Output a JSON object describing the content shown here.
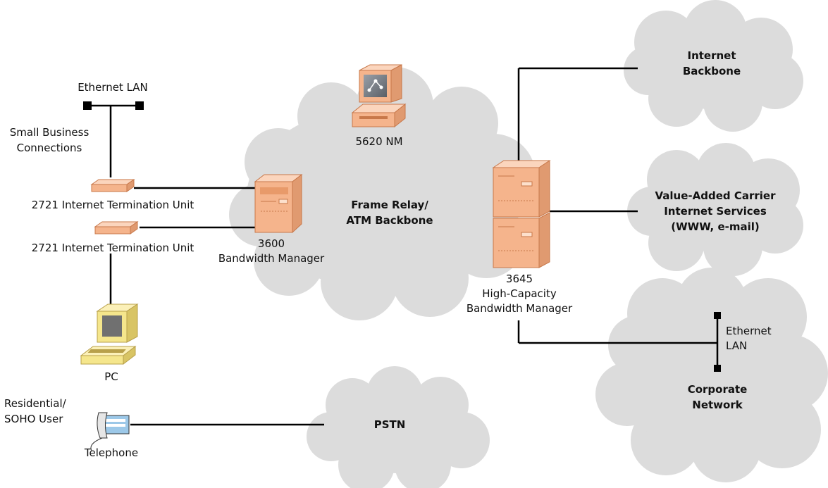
{
  "clouds": {
    "frame_relay": {
      "line1": "Frame Relay/",
      "line2": "ATM Backbone"
    },
    "internet_backbone": {
      "line1": "Internet",
      "line2": "Backbone"
    },
    "value_added": {
      "line1": "Value-Added Carrier",
      "line2": "Internet Services",
      "line3": "(WWW, e-mail)"
    },
    "corporate": {
      "line1": "Corporate",
      "line2": "Network"
    },
    "pstn": {
      "line1": "PSTN"
    }
  },
  "devices": {
    "ethernet_lan_top": "Ethernet LAN",
    "small_business": {
      "line1": "Small Business",
      "line2": "Connections"
    },
    "itu_1": "2721 Internet Termination Unit",
    "itu_2": "2721 Internet Termination Unit",
    "nm": "5620 NM",
    "bm_3600": {
      "line1": "3600",
      "line2": "Bandwidth Manager"
    },
    "bm_3645": {
      "line1": "3645",
      "line2": "High-Capacity",
      "line3": "Bandwidth Manager"
    },
    "ethernet_lan_corp": {
      "line1": "Ethernet",
      "line2": "LAN"
    },
    "pc": "PC",
    "residential": {
      "line1": "Residential/",
      "line2": "SOHO User"
    },
    "telephone": "Telephone"
  },
  "colors": {
    "cloud_fill": "#dcdcdc",
    "device_orange": "#f5b48c",
    "device_orange_dark": "#c8784a",
    "pc_yellow": "#f5e68c",
    "line": "#000000"
  }
}
